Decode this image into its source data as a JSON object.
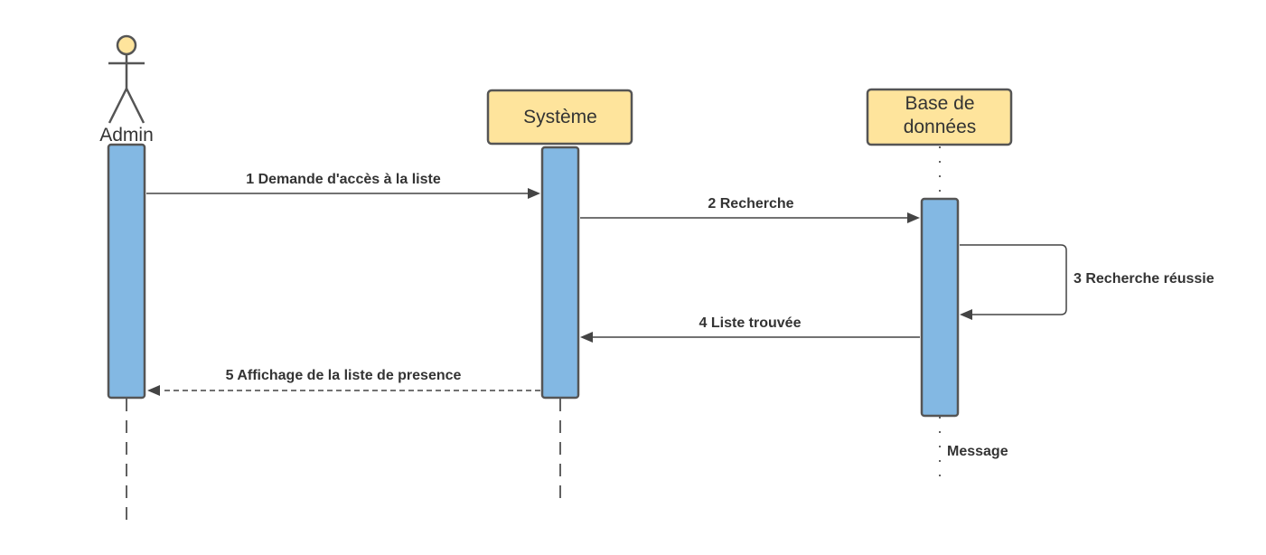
{
  "participants": {
    "admin": {
      "label": "Admin",
      "kind": "actor"
    },
    "systeme": {
      "label": "Système",
      "kind": "object"
    },
    "bdd": {
      "label_line1": "Base de",
      "label_line2": "données",
      "kind": "object"
    }
  },
  "messages": [
    {
      "number": 1,
      "label": "1 Demande d'accès à la liste",
      "from": "Admin",
      "to": "Système",
      "style": "solid"
    },
    {
      "number": 2,
      "label": "2 Recherche",
      "from": "Système",
      "to": "Base de données",
      "style": "solid"
    },
    {
      "number": 3,
      "label": "3 Recherche réussie",
      "from": "Base de données",
      "to": "Base de données",
      "style": "solid"
    },
    {
      "number": 4,
      "label": "4 Liste trouvée",
      "from": "Base de données",
      "to": "Système",
      "style": "solid"
    },
    {
      "number": 5,
      "label": "5 Affichage de la liste de presence",
      "from": "Système",
      "to": "Admin",
      "style": "dashed"
    }
  ],
  "annotations": {
    "message_note": "Message"
  },
  "colors": {
    "actor_head": "#fee49c",
    "object_header": "#fee49c",
    "activation": "#83b8e3",
    "stroke": "#555555"
  }
}
